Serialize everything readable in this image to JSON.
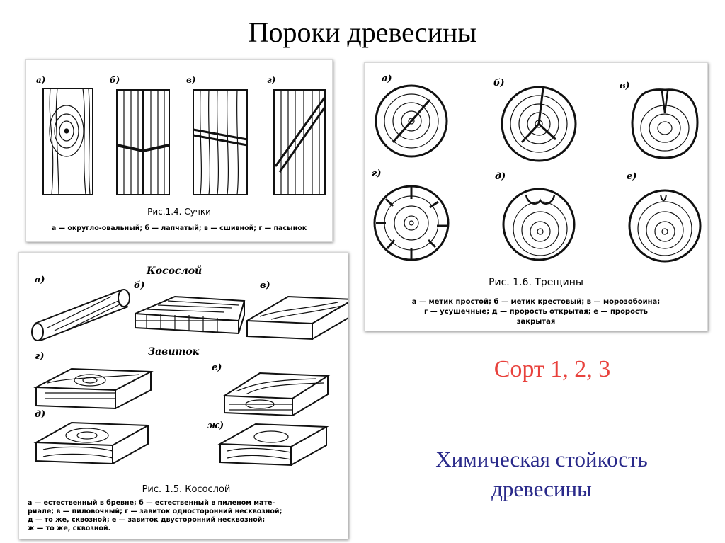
{
  "slide": {
    "title": "Пороки древесины",
    "sort_text": "Сорт 1, 2, 3",
    "chem_line1": "Химическая стойкость",
    "chem_line2": "древесины"
  },
  "colors": {
    "sort": "#e8413c",
    "chem": "#2a2a8a"
  },
  "knots_figure": {
    "labels": [
      "а)",
      "б)",
      "в)",
      "г)"
    ],
    "caption": "Рис.1.4. Сучки",
    "legend": "а — округло-овальный; б — лапчатый; в — сшивной; г — пасынок"
  },
  "cracks_figure": {
    "labels": [
      "а)",
      "б)",
      "в)",
      "г)",
      "д)",
      "е)"
    ],
    "caption": "Рис. 1.6. Трещины",
    "legend_line1": "а — метик простой; б — метик крестовый; в — морозобоина;",
    "legend_line2": "г — усушечные; д — прорость открытая; е — прорость",
    "legend_line3": "закрытая"
  },
  "slope_figure": {
    "heading_slope": "Косослой",
    "heading_curl": "Завиток",
    "labels": [
      "а)",
      "б)",
      "в)",
      "г)",
      "д)",
      "е)",
      "ж)"
    ],
    "caption": "Рис. 1.5. Косослой",
    "legend_line1": "а — естественный в бревне; б — естественный в пиленом мате-",
    "legend_line2": "риале; в — пиловочный; г — завиток односторонний несквозной;",
    "legend_line3": "д — то же, сквозной; е — завиток двусторонний несквозной;",
    "legend_line4": "ж — то же, сквозной."
  }
}
